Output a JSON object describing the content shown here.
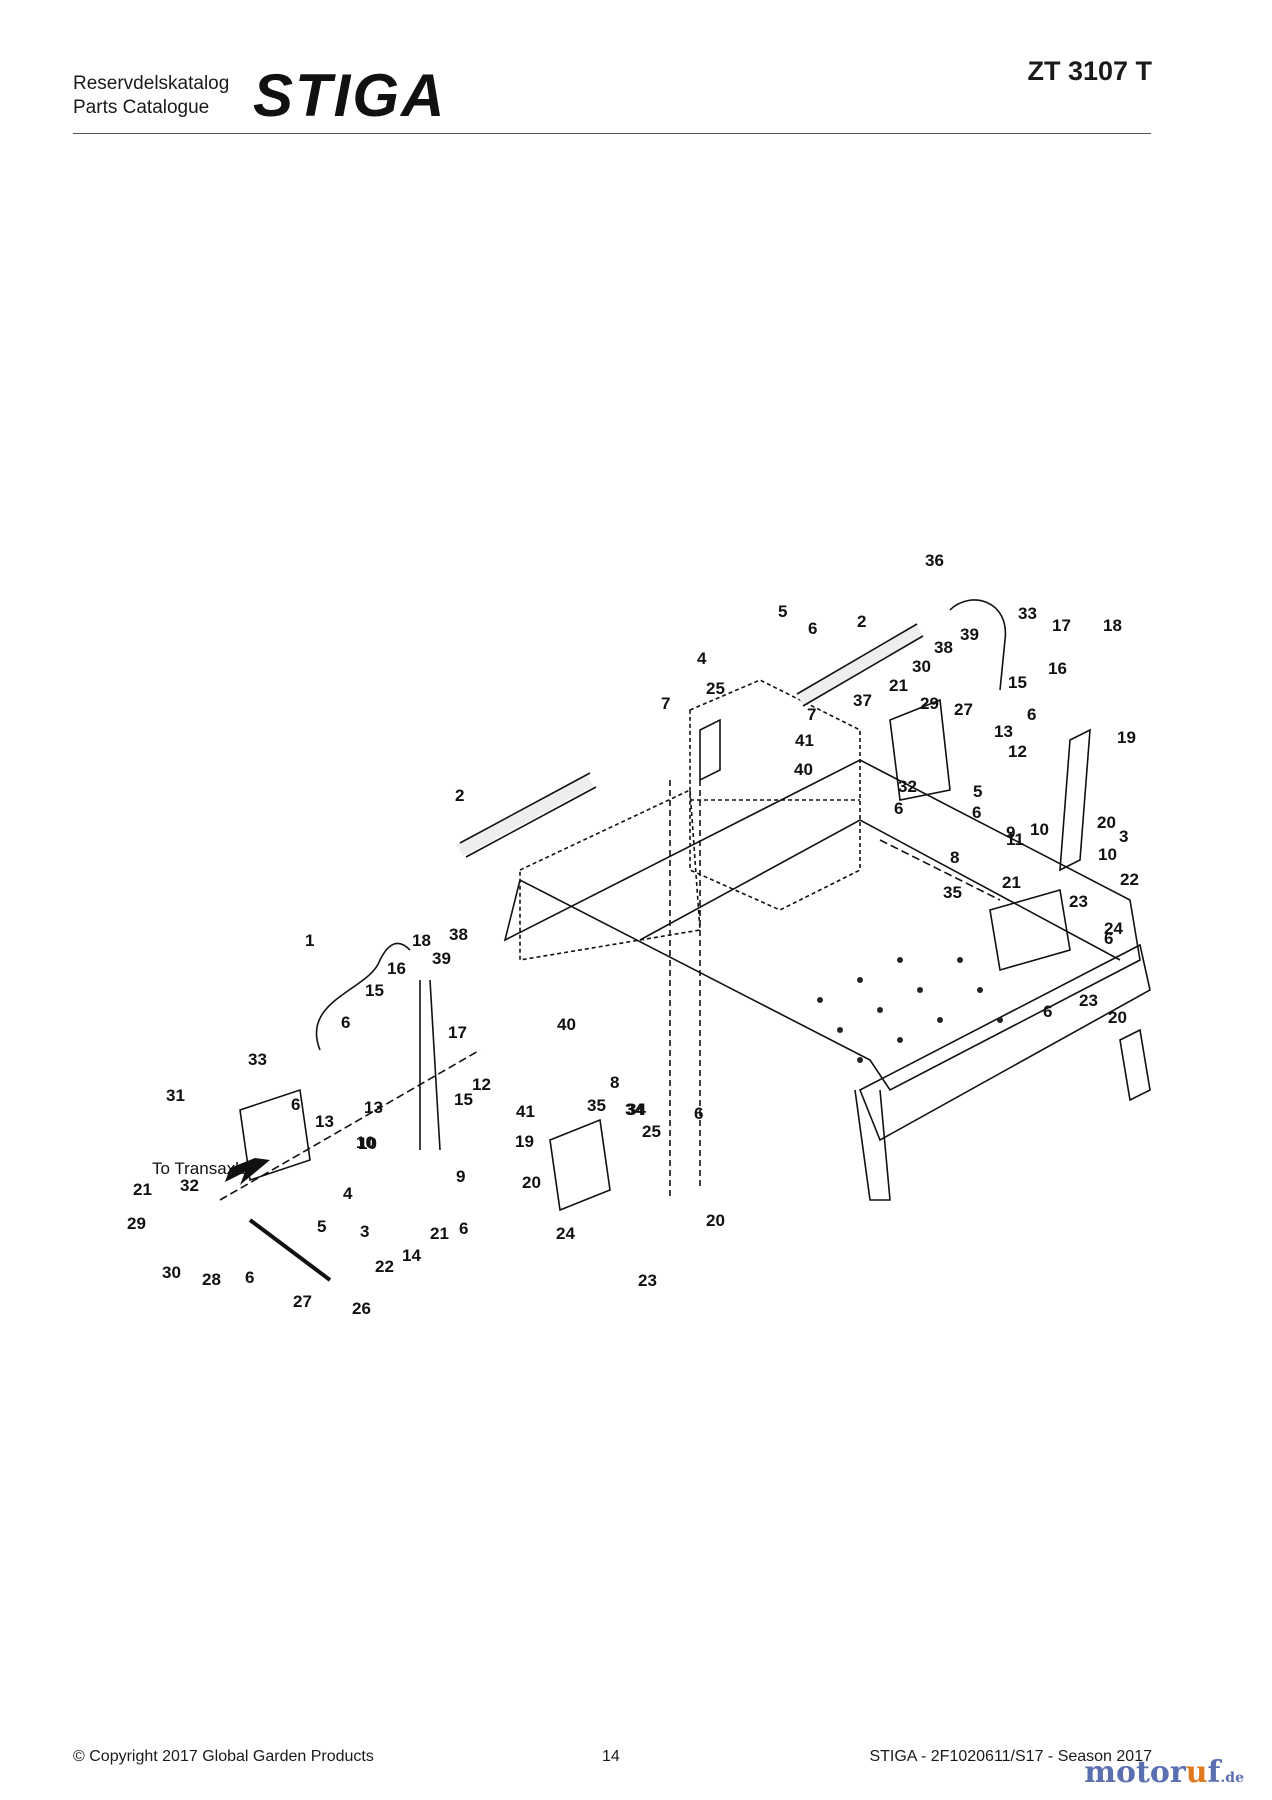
{
  "header": {
    "title_line1": "Reservdelskatalog",
    "title_line2": "Parts Catalogue",
    "brand": "STIGA",
    "model": "ZT 3107 T"
  },
  "diagram": {
    "note": "To Transaxle",
    "callouts": [
      "36",
      "5",
      "6",
      "2",
      "33",
      "17",
      "18",
      "39",
      "38",
      "30",
      "16",
      "4",
      "15",
      "25",
      "7",
      "37",
      "21",
      "29",
      "27",
      "13",
      "6",
      "19",
      "12",
      "7",
      "41",
      "40",
      "32",
      "6",
      "5",
      "6",
      "20",
      "11",
      "3",
      "9",
      "10",
      "10",
      "8",
      "22",
      "21",
      "6",
      "35",
      "23",
      "24",
      "2",
      "1",
      "18",
      "38",
      "39",
      "16",
      "15",
      "6",
      "17",
      "40",
      "33",
      "31",
      "6",
      "13",
      "13",
      "12",
      "15",
      "8",
      "41",
      "35",
      "34",
      "25",
      "19",
      "10",
      "9",
      "20",
      "20",
      "24",
      "23",
      "21",
      "32",
      "29",
      "30",
      "28",
      "6",
      "27",
      "26",
      "4",
      "5",
      "3",
      "22",
      "14",
      "21",
      "6",
      "10",
      "6",
      "34",
      "6",
      "23",
      "20"
    ]
  },
  "footer": {
    "copyright": "© Copyright 2017 Global Garden Products",
    "page": "14",
    "catalog": "STIGA - 2F1020611/S17 - Season 2017"
  },
  "watermark": {
    "name": "motor",
    "dot": "u",
    "rest": "f",
    "tld": ".de"
  }
}
